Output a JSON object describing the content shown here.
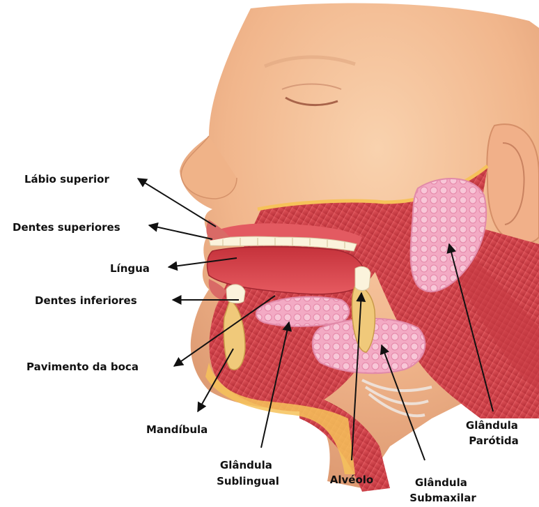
{
  "labels": {
    "labio_superior": "Lábio superior",
    "dentes_superiores": "Dentes superiores",
    "lingua": "Língua",
    "dentes_inferiores": "Dentes inferiores",
    "pavimento_da_boca": "Pavimento da boca",
    "mandibula": "Mandíbula",
    "glandula_sublingual": [
      "Glândula",
      "Sublingual"
    ],
    "alveolo": "Alvéolo",
    "glandula_submaxilar": [
      "Glândula",
      "Submaxilar"
    ],
    "glandula_parotida": [
      "Glândula",
      "Parótida"
    ]
  },
  "colors": {
    "skin": "#f4c29a",
    "skin_shadow": "#e3a27a",
    "muscle": "#d9484f",
    "muscle_dark": "#b42f38",
    "gland": "#f1a6c1",
    "bone": "#f0c97a",
    "teeth": "#fbf3dc",
    "background": "#ffffff"
  }
}
